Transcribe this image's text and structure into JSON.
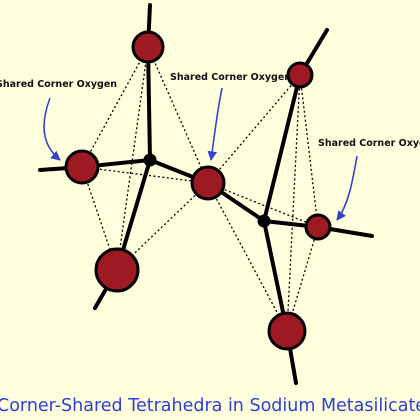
{
  "labels": {
    "left": "Shared Corner Oxygen",
    "middle": "Shared Corner Oxygen",
    "right": "Shared Corner Oxygen"
  },
  "caption": "Corner-Shared Tetrahedra in Sodium Metasilicate",
  "colors": {
    "background": "#ffffde",
    "oxygen": "#9e1a22",
    "silicon": "#000000",
    "annotation": "#3344cc",
    "caption": "#2b3fd6"
  }
}
